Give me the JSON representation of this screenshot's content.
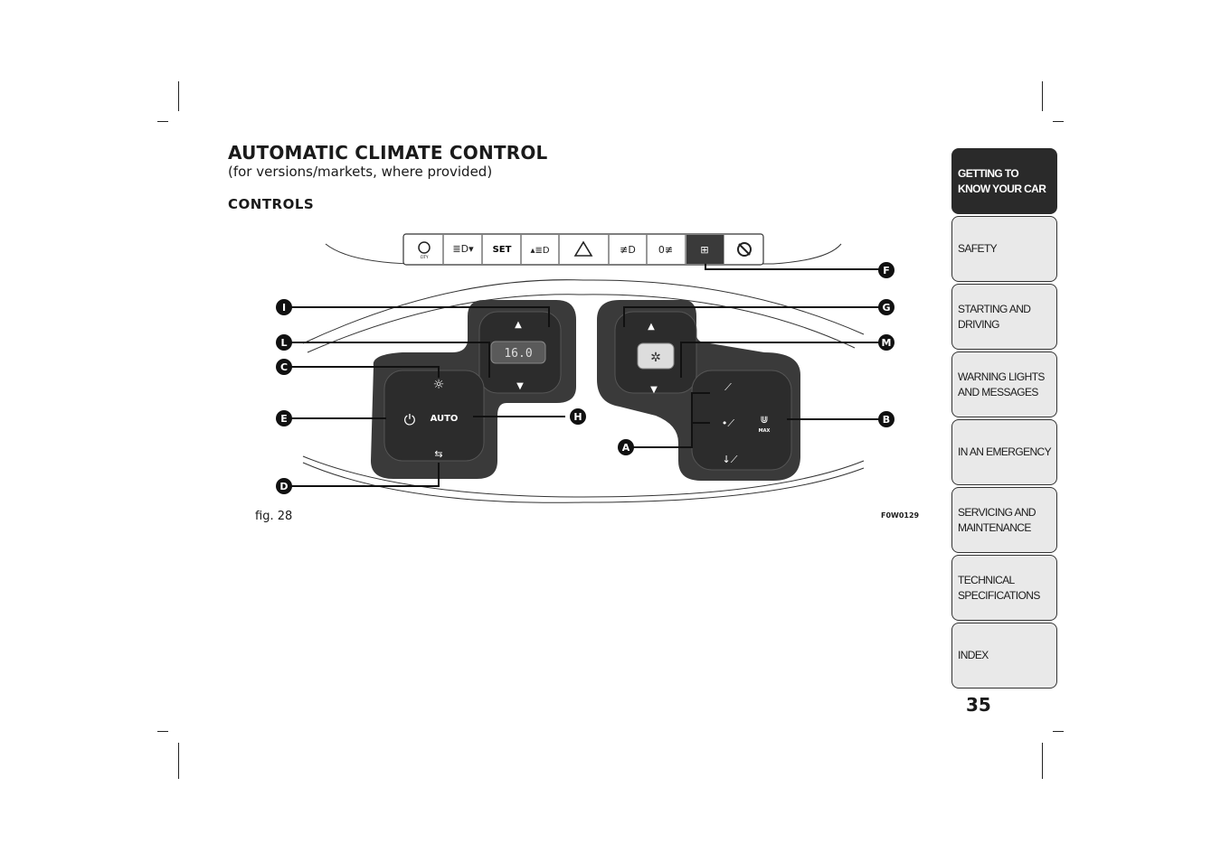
{
  "header": {
    "title": "AUTOMATIC CLIMATE CONTROL",
    "subtitle": "(for versions/markets, where provided)"
  },
  "section_title": "CONTROLS",
  "figure": {
    "caption": "fig. 28",
    "code": "F0W0129",
    "display_temp": "16.0",
    "auto_label": "AUTO",
    "set_label": "SET",
    "city_label": "CITY",
    "max_label": "MAX",
    "callouts": [
      "F",
      "I",
      "G",
      "L",
      "M",
      "C",
      "E",
      "H",
      "B",
      "A",
      "D"
    ]
  },
  "sidebar": {
    "tabs": [
      {
        "label": "GETTING TO\nKNOW YOUR CAR",
        "active": true
      },
      {
        "label": "SAFETY",
        "active": false
      },
      {
        "label": "STARTING AND\nDRIVING",
        "active": false
      },
      {
        "label": "WARNING LIGHTS\nAND MESSAGES",
        "active": false
      },
      {
        "label": "IN AN EMERGENCY",
        "active": false
      },
      {
        "label": "SERVICING AND\nMAINTENANCE",
        "active": false
      },
      {
        "label": "TECHNICAL\nSPECIFICATIONS",
        "active": false
      },
      {
        "label": "INDEX",
        "active": false
      }
    ]
  },
  "page_number": "35",
  "colors": {
    "active_tab": "#2a2a2a",
    "tab": "#e9e9e9",
    "panel": "#3a3a3a"
  }
}
